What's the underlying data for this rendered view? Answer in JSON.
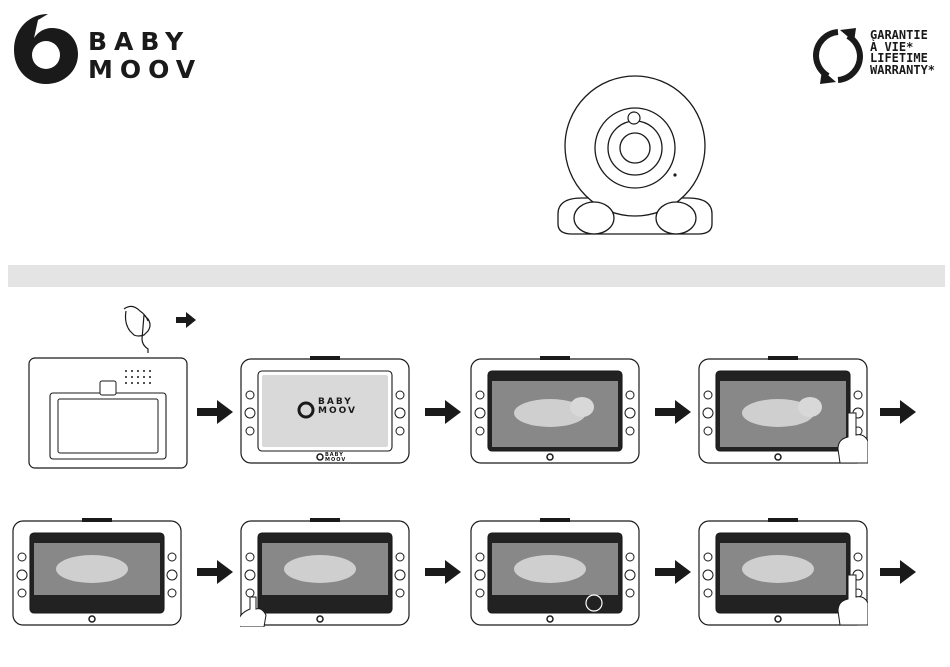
{
  "brand": {
    "line1": "BABY",
    "line2": "MOOV"
  },
  "warranty": {
    "line1": "GARANTIE",
    "line2": "À VIE*",
    "line3": "LIFETIME",
    "line4": "WARRANTY*"
  },
  "screen": {
    "brand_line1": "BABY",
    "brand_line2": "MOOV"
  },
  "step_monitor_labels": {
    "brand_line1": "BABY",
    "brand_line2": "MOOV"
  },
  "colors": {
    "ink": "#1a1a1a",
    "band": "#e4e4e4",
    "screen_grey": "#d9d9d9"
  },
  "icons": [
    "hand-press-icon",
    "arrow-right-icon",
    "cycle-arrows-icon",
    "camera-illustration"
  ]
}
